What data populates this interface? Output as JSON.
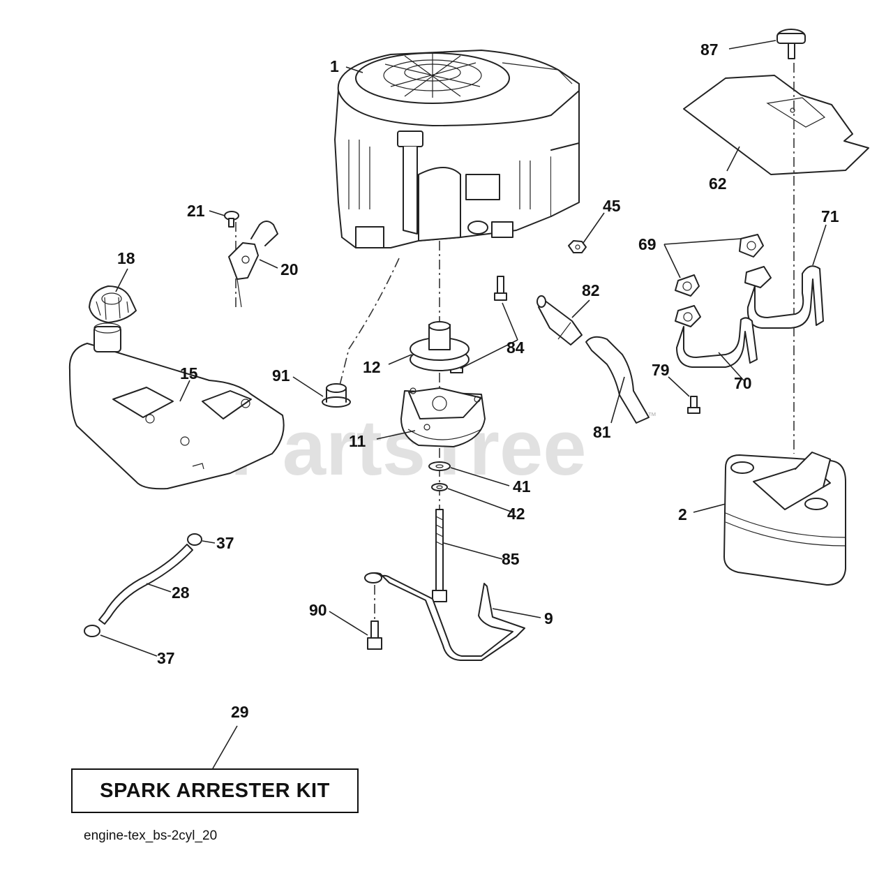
{
  "diagram": {
    "watermark": "PartsTree",
    "watermark_tm": "™",
    "footer_code": "engine-tex_bs-2cyl_20",
    "kit_label": "SPARK ARRESTER KIT",
    "callouts": {
      "c1": "1",
      "c87": "87",
      "c62": "62",
      "c21": "21",
      "c20": "20",
      "c45": "45",
      "c71": "71",
      "c69": "69",
      "c18": "18",
      "c82": "82",
      "c84": "84",
      "c12": "12",
      "c91": "91",
      "c15": "15",
      "c79": "79",
      "c70": "70",
      "c81": "81",
      "c11": "11",
      "c41": "41",
      "c2": "2",
      "c42": "42",
      "c37a": "37",
      "c28": "28",
      "c85": "85",
      "c90": "90",
      "c9": "9",
      "c37b": "37",
      "c29": "29"
    }
  }
}
